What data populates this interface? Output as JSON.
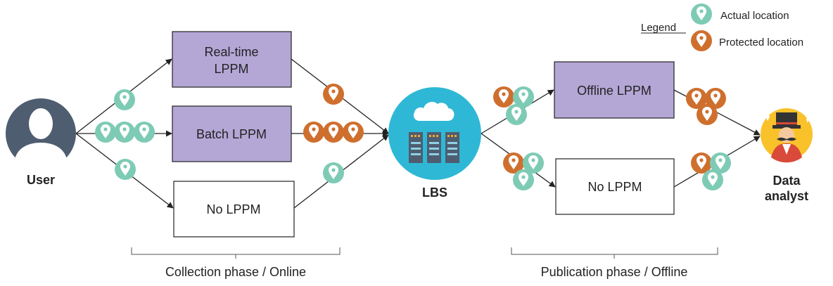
{
  "legend": {
    "title": "Legend",
    "actual_label": "Actual location",
    "protected_label": "Protected location"
  },
  "colors": {
    "actual": "#7ecbb5",
    "protected": "#cf6f2e",
    "lppm_fill": "#b4a7d6",
    "lbs_circle": "#2eb8d6",
    "analyst_circle": "#f9c22b",
    "user_circle": "#4f5d70"
  },
  "actors": {
    "user": "User",
    "lbs": "LBS",
    "analyst_line1": "Data",
    "analyst_line2": "analyst"
  },
  "boxes": {
    "realtime_line1": "Real-time",
    "realtime_line2": "LPPM",
    "batch": "Batch LPPM",
    "no_lppm_left": "No LPPM",
    "offline": "Offline LPPM",
    "no_lppm_right": "No LPPM"
  },
  "phases": {
    "collection": "Collection phase / Online",
    "publication": "Publication phase / Offline"
  },
  "icons": {
    "actual": "map-pin-icon",
    "protected": "map-pin-icon",
    "user": "user-silhouette-icon",
    "lbs": "cloud-server-icon",
    "analyst": "magician-icon"
  }
}
